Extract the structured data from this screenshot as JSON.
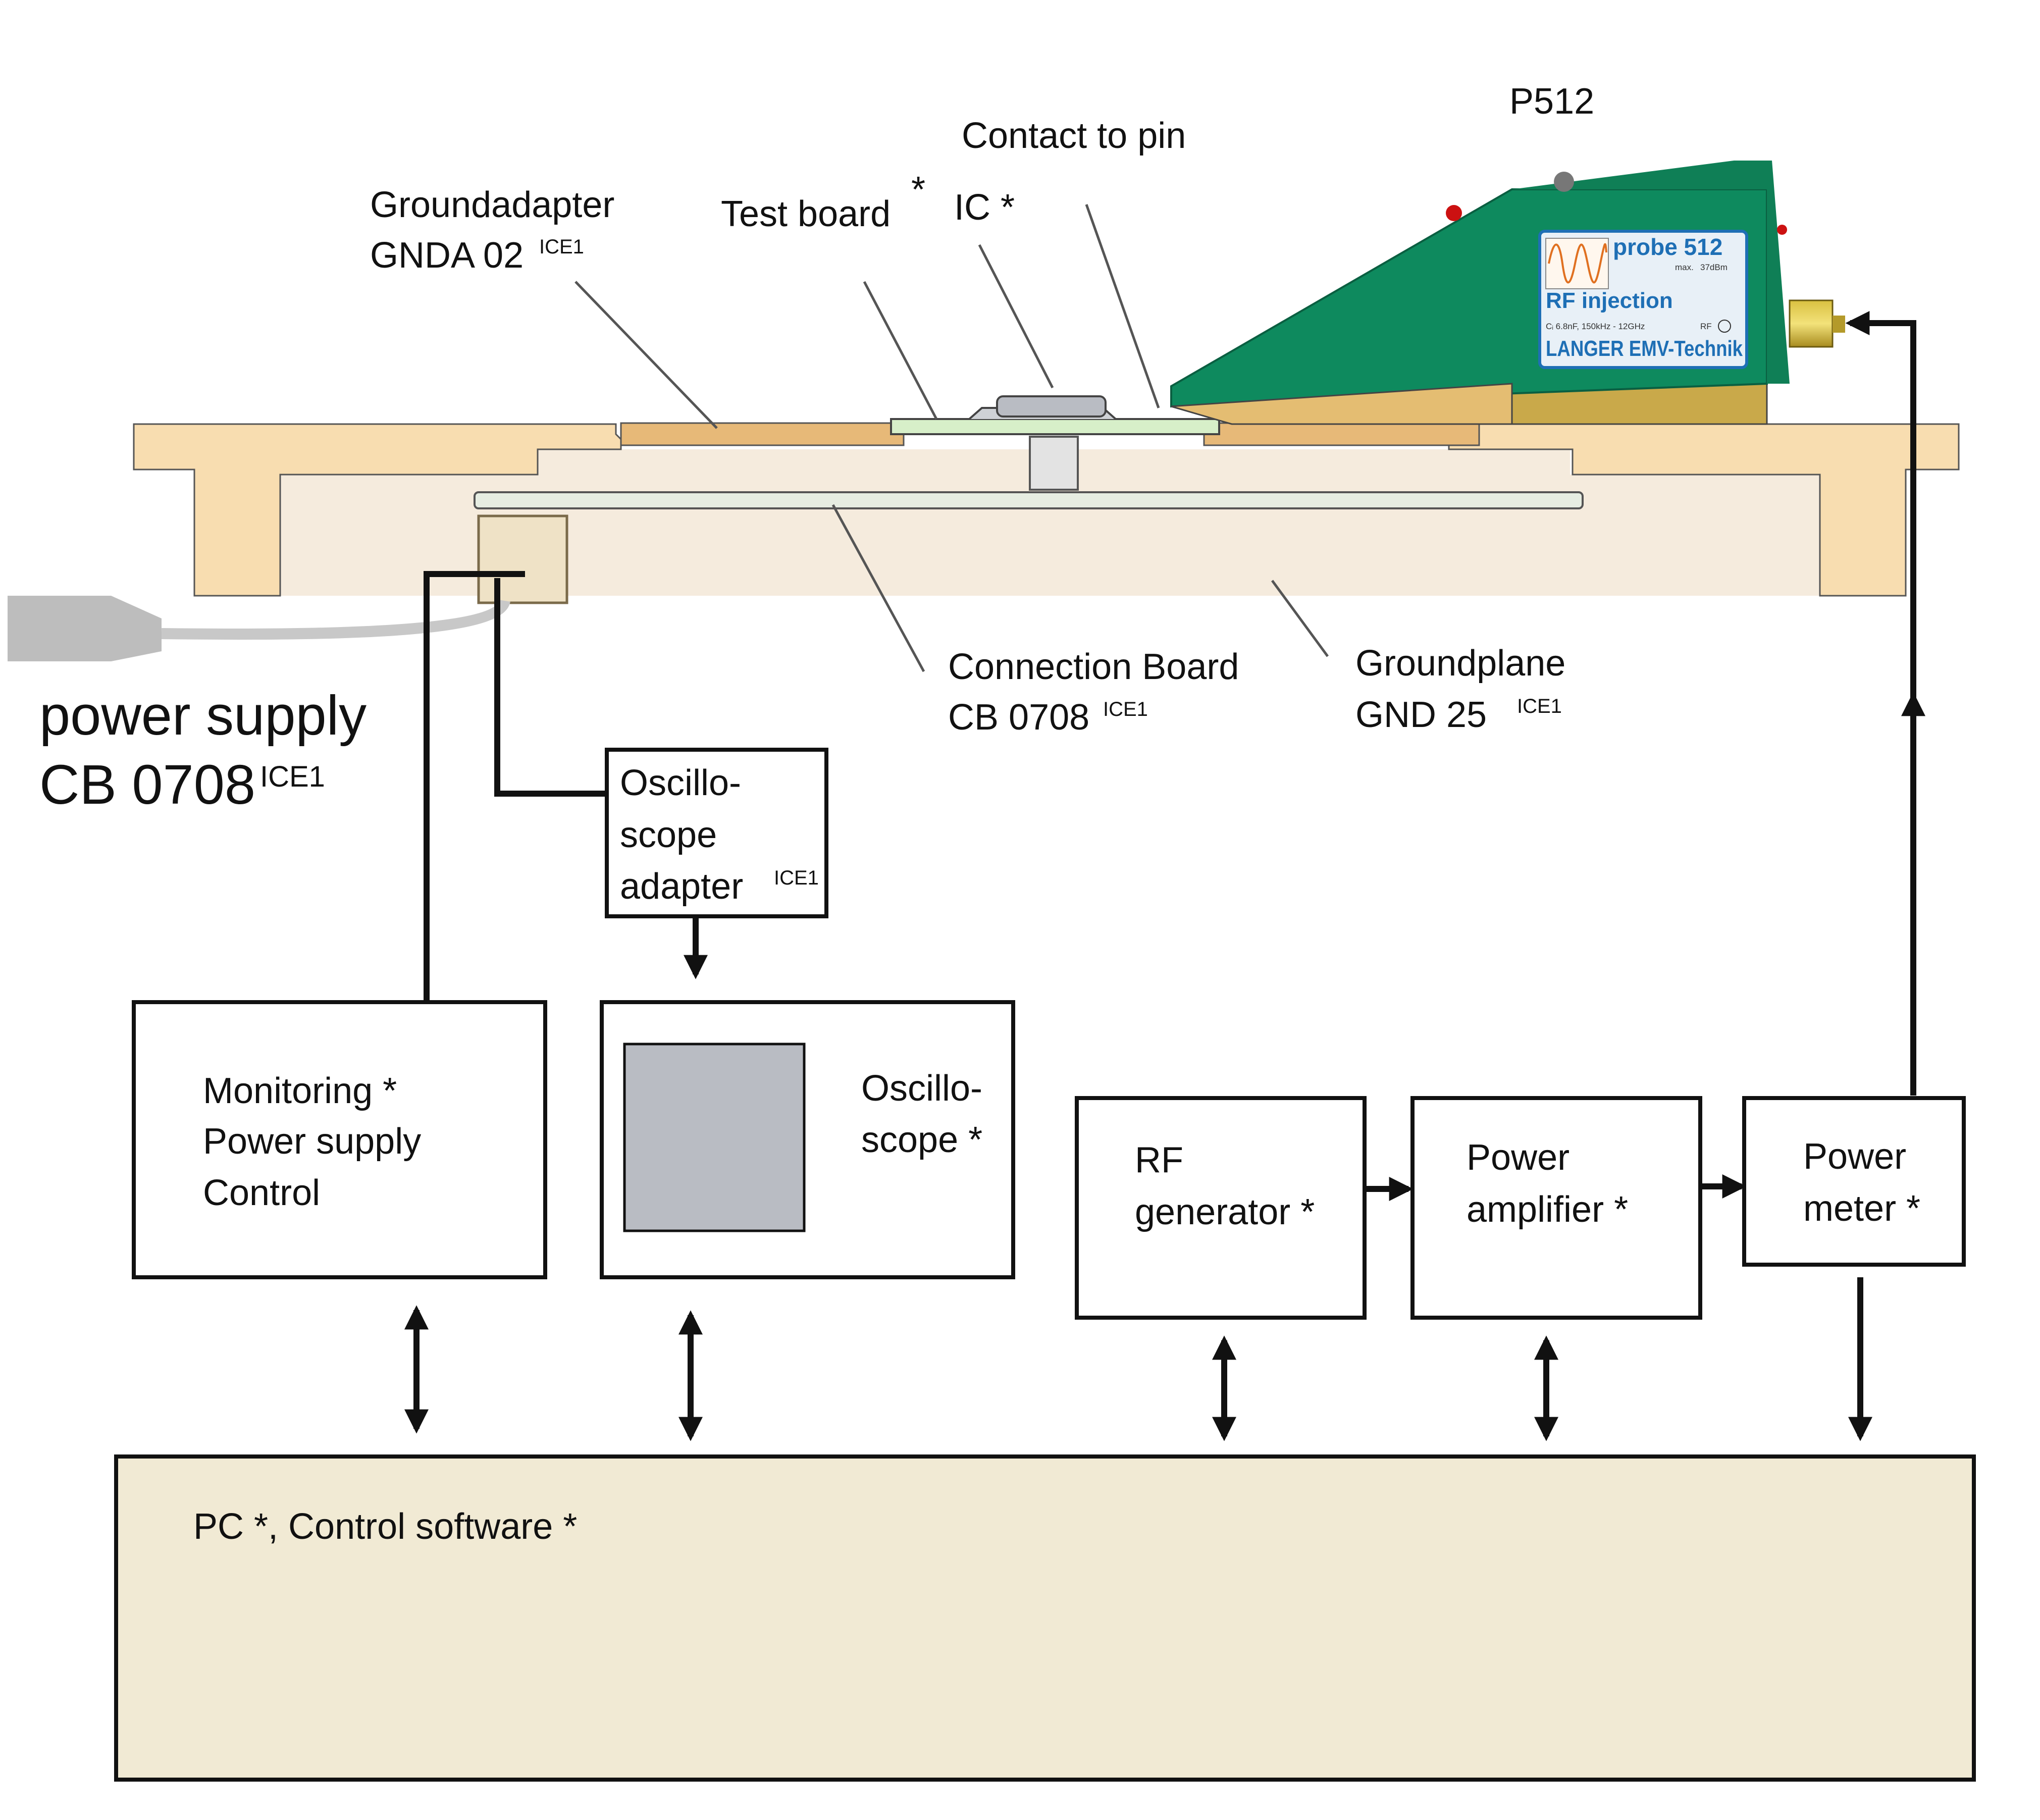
{
  "labels": {
    "p512": "P512",
    "contact_to_pin": "Contact to pin",
    "groundadapter_line1": "Groundadapter",
    "groundadapter_line2": "GNDA 02",
    "groundadapter_sup": "ICE1",
    "test_board": "Test board",
    "test_board_star": "*",
    "ic": "IC *",
    "connection_board_line1": "Connection Board",
    "connection_board_line2": "CB 0708",
    "connection_board_sup": "ICE1",
    "groundplane_line1": "Groundplane",
    "groundplane_line2": "GND 25",
    "groundplane_sup": "ICE1",
    "power_supply_line1": "power supply",
    "power_supply_line2": "CB 0708",
    "power_supply_sup": "ICE1"
  },
  "probe": {
    "title": "probe 512",
    "max": "max.",
    "max_value": "37dBm",
    "subtitle": "RF injection",
    "spec": "Cᵢ 6.8nF, 150kHz - 12GHz",
    "rf": "RF",
    "brand": "LANGER EMV-Technik"
  },
  "boxes": {
    "osc_adapter": {
      "line1": "Oscillo-",
      "line2": "scope",
      "line3": "adapter",
      "sup": "ICE1"
    },
    "monitoring": {
      "line1": "Monitoring *",
      "line2": "Power supply",
      "line3": "Control"
    },
    "oscilloscope": {
      "line1": "Oscillo-",
      "line2": "scope *"
    },
    "rf_generator": {
      "line1": "RF",
      "line2": "generator *"
    },
    "power_amplifier": {
      "line1": "Power",
      "line2": "amplifier *"
    },
    "power_meter": {
      "line1": "Power",
      "line2": "meter *"
    },
    "pc": {
      "label": "PC *, Control software *"
    }
  },
  "colors": {
    "ground_adapter": "#f8ddb0",
    "ground_plane": "#f5ebdd",
    "probe_green": "#0e8a5e",
    "probe_base": "#c9a94a",
    "test_board": "#d7efc9",
    "pc_fill": "#f1ead4",
    "screen_grey": "#b9bcc3"
  }
}
